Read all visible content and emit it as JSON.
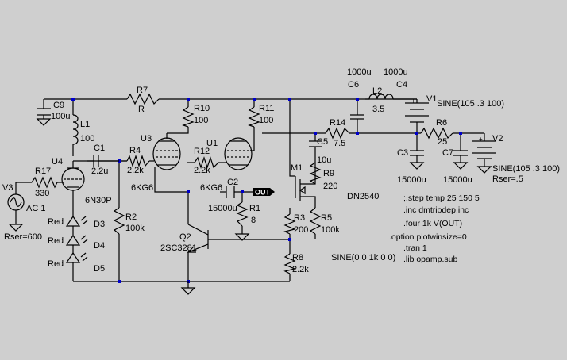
{
  "labels": {
    "V3": "V3",
    "R17": "R17",
    "R17v": "330",
    "V3ac": "AC 1",
    "V3rs": "Rser=600",
    "U4": "U4",
    "U4t": "6N30P",
    "C9": "C9",
    "C9v": "100u",
    "L1": "L1",
    "L1v": "100",
    "C1": "C1",
    "C1v": "2.2u",
    "R7": "R7",
    "R7v": "R",
    "R4": "R4",
    "R4v": "2.2k",
    "R2": "R2",
    "R2v": "100k",
    "U3": "U3",
    "U3t": "6KG6",
    "R10": "R10",
    "R10v": "100",
    "R12": "R12",
    "R12v": "2.2k",
    "U1": "U1",
    "U1t": "6KG6",
    "R11": "R11",
    "R11v": "100",
    "C2": "C2",
    "C2v": "15000u",
    "OUT": "OUT",
    "R1": "R1",
    "R1v": "8",
    "Q2": "Q2",
    "Q2t": "2SC3281",
    "D3": "D3",
    "D4": "D4",
    "D5": "D5",
    "Red1": "Red",
    "Red2": "Red",
    "Red3": "Red",
    "M1": "M1",
    "M1t": "DN2540",
    "R3": "R3",
    "R3v": "200",
    "R5": "R5",
    "R5v": "100k",
    "R8": "R8",
    "R8v": "2.2k",
    "C5": "C5",
    "C5v": "10u",
    "R9": "R9",
    "R9v": "220",
    "R14": "R14",
    "R14v": "7.5",
    "C6": "C6",
    "C6v": "1000u",
    "L2": "L2",
    "L2v": "3.5",
    "C4": "C4",
    "C4v": "1000u",
    "V1": "V1",
    "V1s": "SINE(105 .3 100)",
    "R6": "R6",
    "R6v": "25",
    "C3": "C3",
    "C3v": "15000u",
    "C7": "C7",
    "C7v": "15000u",
    "V2": "V2",
    "V2s": "SINE(105 .3 100)",
    "V2rs": "Rser=.5",
    "sine2": "SINE(0 0 1k 0 0)"
  },
  "directives": [
    ";.step temp 25 150 5",
    ".inc dmtriodep.inc",
    ".four 1k V(OUT)",
    ".option plotwinsize=0",
    ".tran 1",
    ".lib opamp.sub"
  ]
}
